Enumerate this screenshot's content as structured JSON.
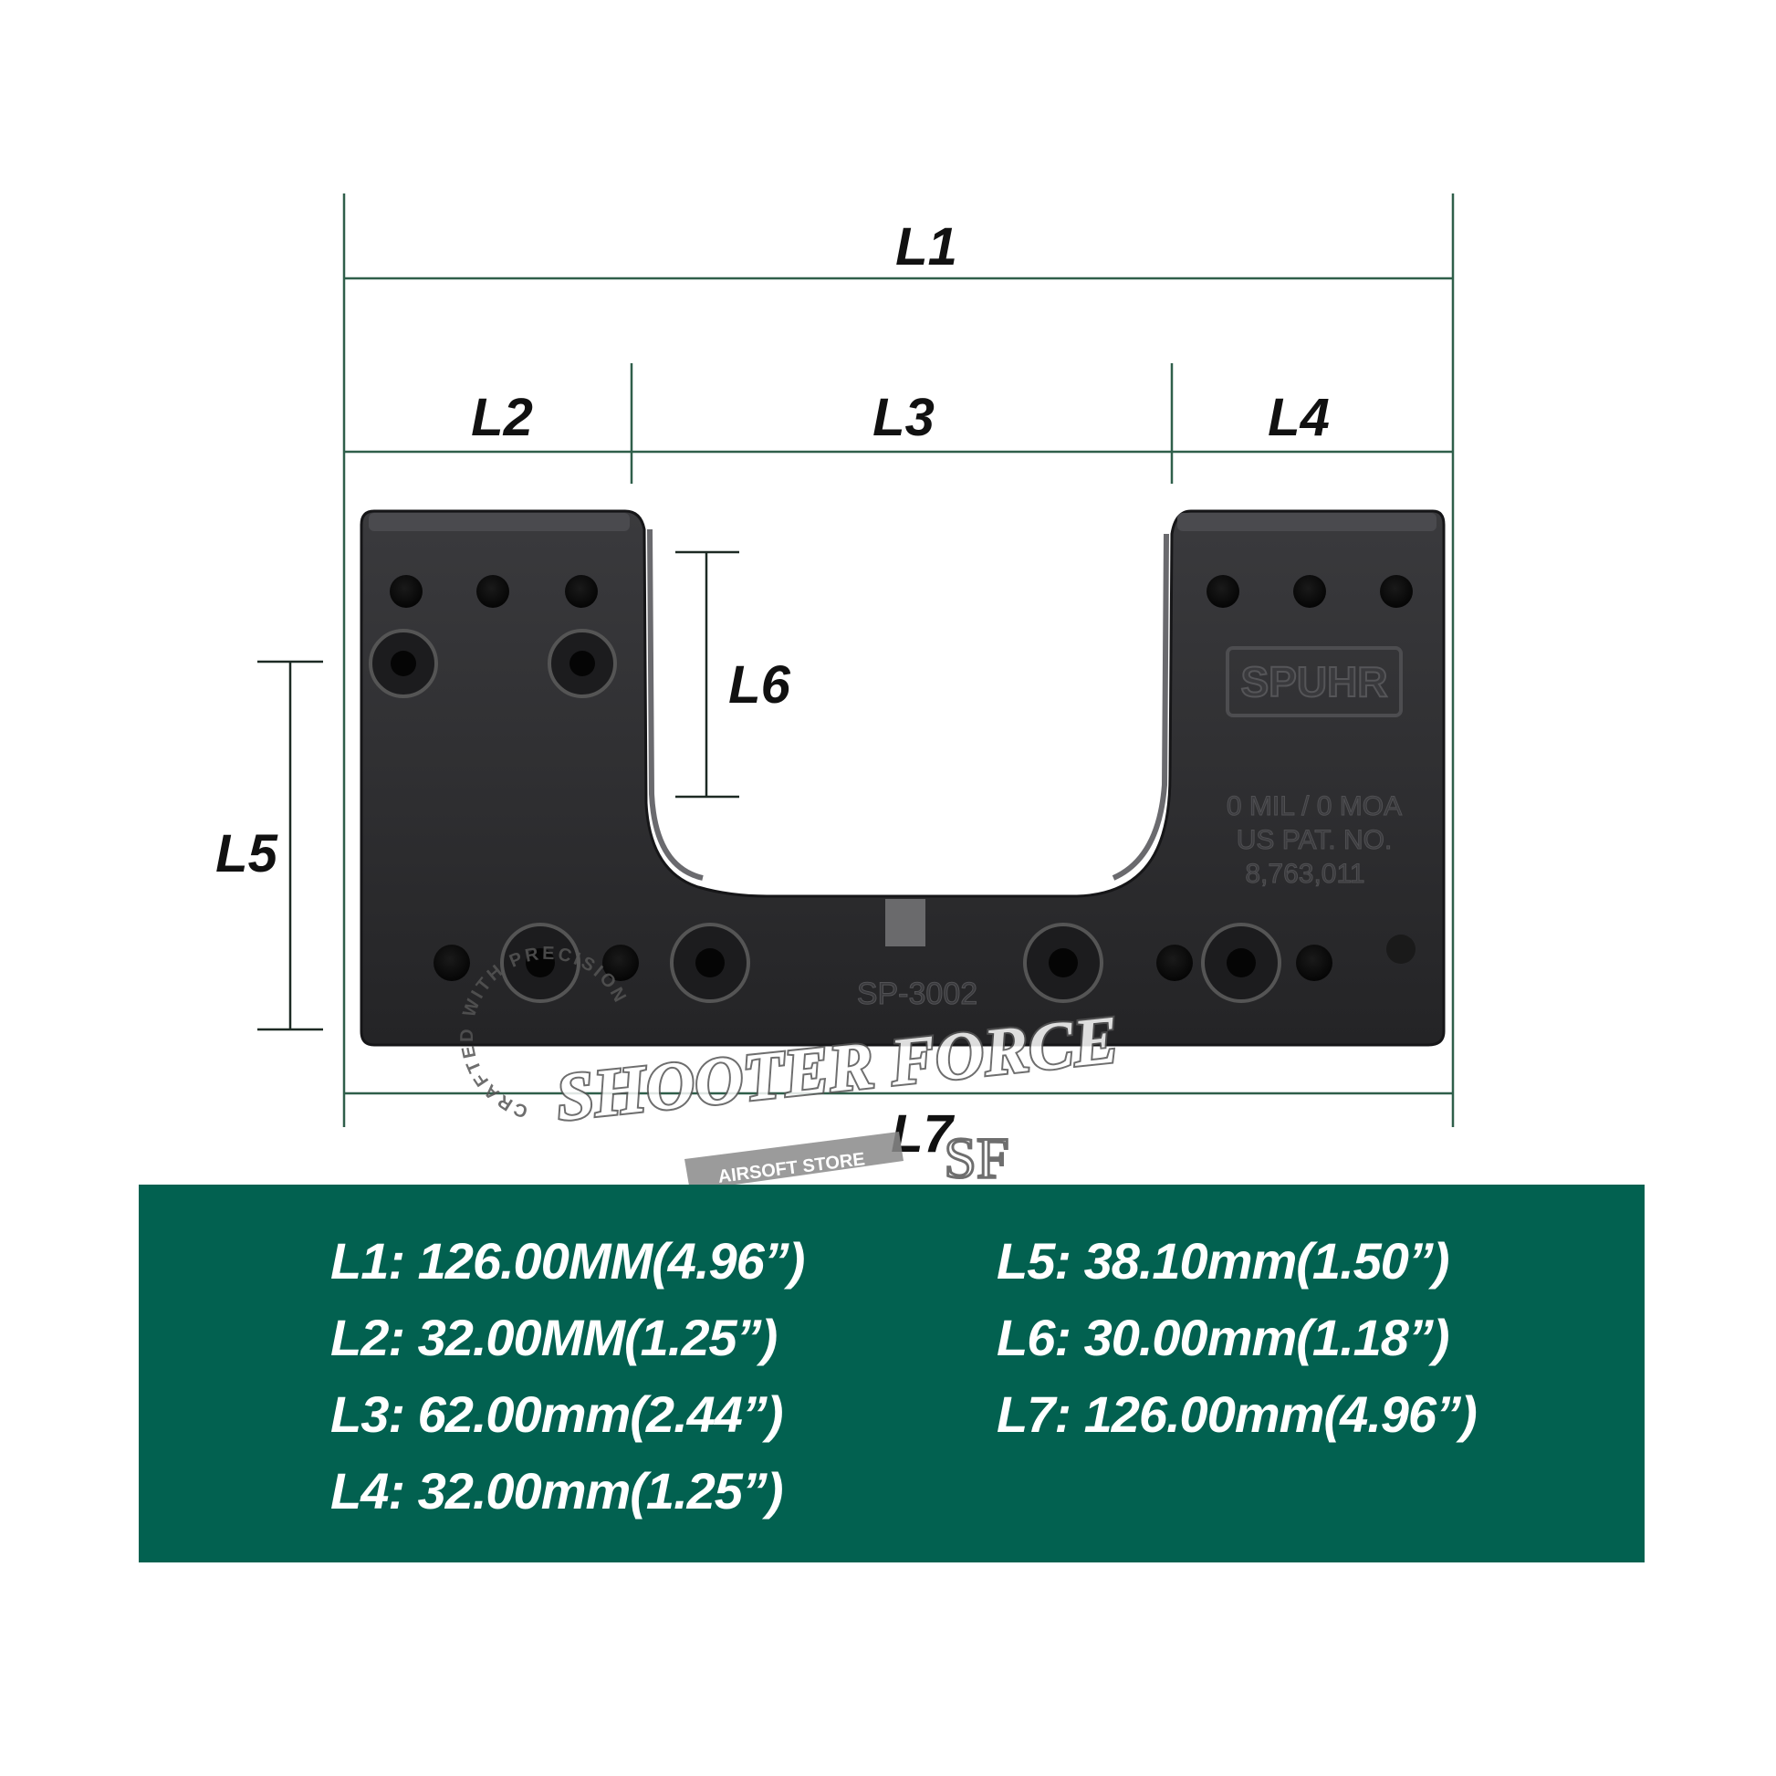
{
  "dimension_labels": {
    "l1": "L1",
    "l2": "L2",
    "l3": "L3",
    "l4": "L4",
    "l5": "L5",
    "l6": "L6",
    "l7": "L7"
  },
  "part_markings": {
    "brand": "SPUHR",
    "line_1": "0 MIL / 0 MOA",
    "line_2": "US PAT. NO.",
    "line_3": "8,763,011",
    "model": "SP-3002"
  },
  "watermark": {
    "brand": "SHOOTER FORCE",
    "ring_text": "CRAFTED WITH PRECISION",
    "ribbon": "AIRSOFT STORE",
    "monogram": "SF"
  },
  "specs": [
    {
      "label": "L1:",
      "value": "126.00MM(4.96”)"
    },
    {
      "label": "L2:",
      "value": "32.00MM(1.25”)"
    },
    {
      "label": "L3:",
      "value": "62.00mm(2.44”)"
    },
    {
      "label": "L4:",
      "value": "32.00mm(1.25”)"
    },
    {
      "label": "L5:",
      "value": "38.10mm(1.50”)"
    },
    {
      "label": "L6:",
      "value": "30.00mm(1.18”)"
    },
    {
      "label": "L7:",
      "value": "126.00mm(4.96”)"
    }
  ],
  "colors": {
    "panel": "#026150",
    "mount_body": "#2c2c2e",
    "dimension_lines": "#2f5f4a"
  }
}
